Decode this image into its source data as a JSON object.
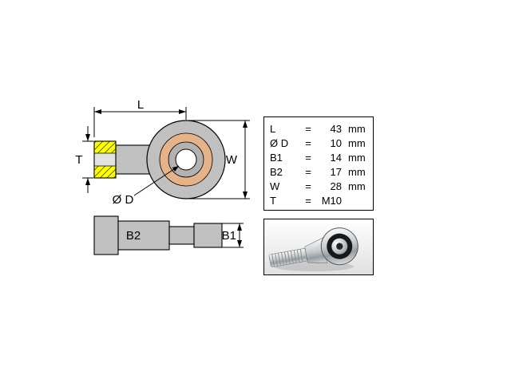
{
  "drawing": {
    "side_view": {
      "dim_length": "L",
      "dim_width": "W",
      "dim_thread": "T",
      "dim_bore": "Ø D"
    },
    "top_view": {
      "dim_b2": "B2",
      "dim_b1": "B1"
    }
  },
  "spec_table": {
    "rows": [
      {
        "param": "L",
        "equals": "=",
        "value": "43",
        "unit": "mm"
      },
      {
        "param": "Ø D",
        "equals": "=",
        "value": "10",
        "unit": "mm"
      },
      {
        "param": "B1",
        "equals": "=",
        "value": "14",
        "unit": "mm"
      },
      {
        "param": "B2",
        "equals": "=",
        "value": "17",
        "unit": "mm"
      },
      {
        "param": "W",
        "equals": "=",
        "value": "28",
        "unit": "mm"
      },
      {
        "param": "T",
        "equals": "=",
        "value": "M10",
        "unit": ""
      }
    ]
  },
  "colors": {
    "outline": "#000000",
    "body_gray": "#c0c0c0",
    "thread_yellow": "#ffff00",
    "bearing_ring_orange": "#e6b287",
    "inner_ring_gray": "#b2b2b2"
  }
}
